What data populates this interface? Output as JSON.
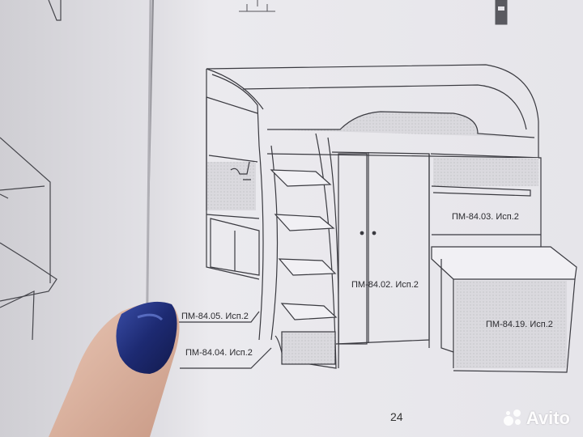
{
  "labels": {
    "pm_84_03": "ПМ-84.03. Исп.2",
    "pm_84_02": "ПМ-84.02. Исп.2",
    "pm_84_19": "ПМ-84.19. Исп.2",
    "pm_84_05": "ПМ-84.05. Исп.2",
    "pm_84_04": "ПМ-84.04. Исп.2"
  },
  "page_number": "24",
  "watermark": "Avito",
  "colors": {
    "paper": "#ecebef",
    "paper_left": "#d9d8dd",
    "line": "#3a3a40",
    "hatch": "#c9c8cc",
    "nail": "#1f2a6e"
  }
}
